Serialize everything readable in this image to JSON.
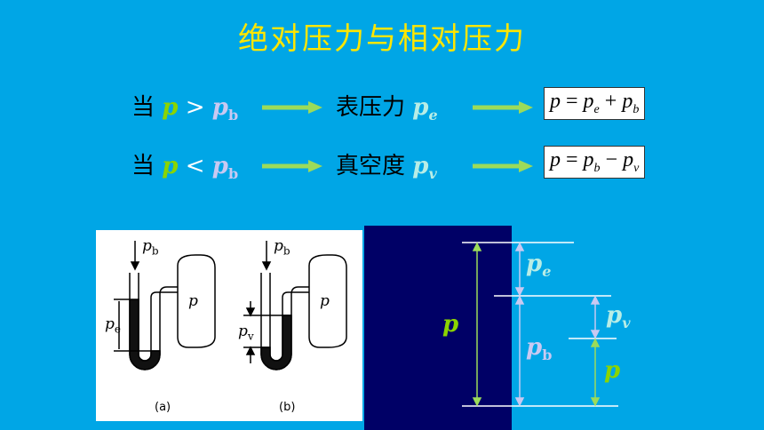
{
  "title": "绝对压力与相对压力",
  "row1": {
    "prefix": "当",
    "lhs_var": "p",
    "op": ">",
    "rhs_var": "p",
    "rhs_sub": "b",
    "result_label": "表压力",
    "result_var": "p",
    "result_sub": "e",
    "formula": {
      "lhs": "p",
      "eq": "=",
      "t1": "p",
      "t1_sub": "e",
      "op": "+",
      "t2": "p",
      "t2_sub": "b"
    }
  },
  "row2": {
    "prefix": "当",
    "lhs_var": "p",
    "op": "<",
    "rhs_var": "p",
    "rhs_sub": "b",
    "result_label": "真空度",
    "result_var": "p",
    "result_sub": "v",
    "formula": {
      "lhs": "p",
      "eq": "=",
      "t1": "p",
      "t1_sub": "b",
      "op": "−",
      "t2": "p",
      "t2_sub": "v"
    }
  },
  "manometer": {
    "a": {
      "pb": "p",
      "pb_sub": "b",
      "p": "p",
      "pe": "p",
      "pe_sub": "e",
      "caption": "(a)"
    },
    "b": {
      "pb": "p",
      "pb_sub": "b",
      "p": "p",
      "pv": "p",
      "pv_sub": "v",
      "caption": "(b)"
    }
  },
  "pressure_levels": {
    "p_label": "p",
    "pe_label": "p",
    "pe_sub": "e",
    "pv_label": "p",
    "pv_sub": "v",
    "pb_label": "p",
    "pb_sub": "b",
    "p_low_label": "p"
  },
  "colors": {
    "background": "#00A6E6",
    "title": "#FFE600",
    "arrow": "#9CDB5A",
    "green": "#8BD400",
    "dark_panel": "#000066"
  }
}
